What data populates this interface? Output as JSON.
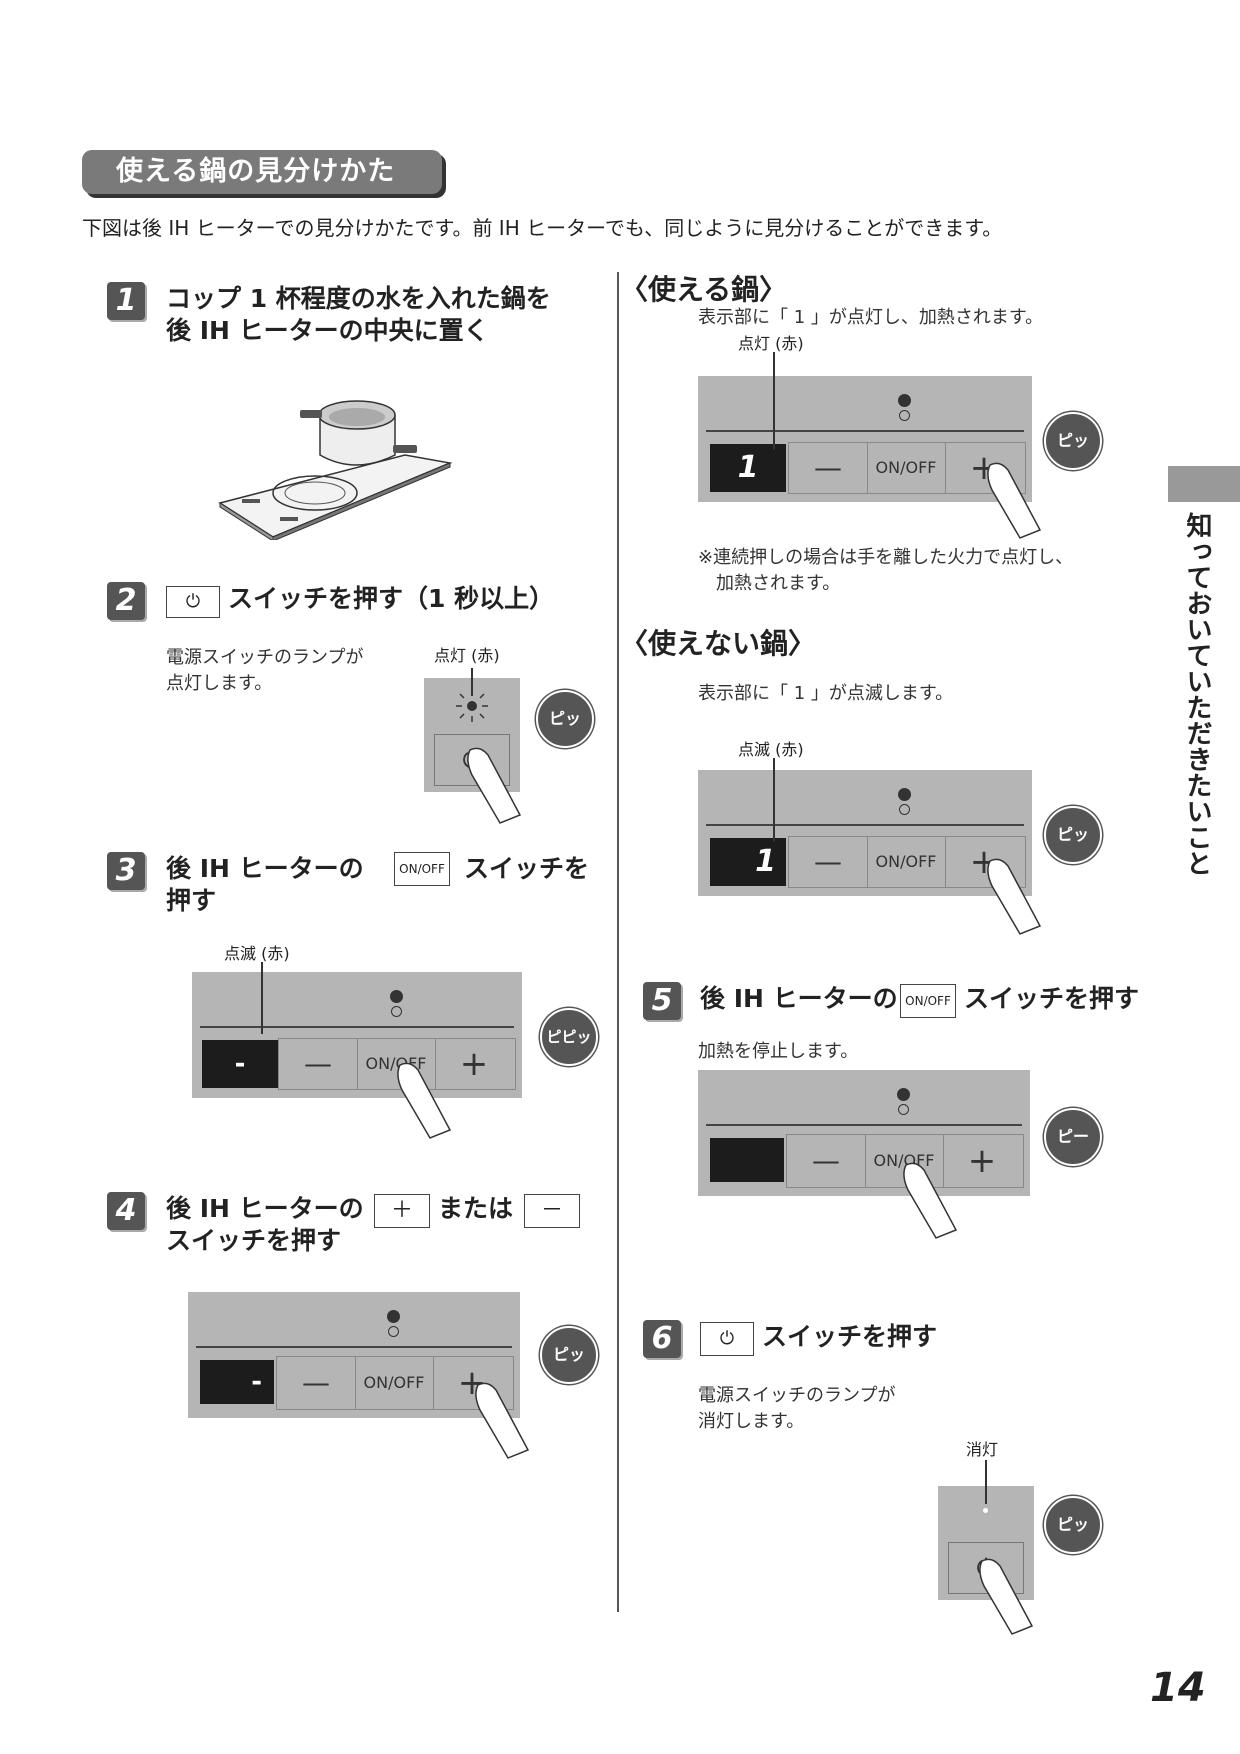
{
  "section_title": "使える鍋の見分けかた",
  "intro": "下図は後 IH ヒーターでの見分けかたです。前 IH ヒーターでも、同じように見分けることができます。",
  "steps": [
    {
      "num": "1",
      "line1": "コップ 1 杯程度の水を入れた鍋を",
      "line2": "後 IH ヒーターの中央に置く"
    },
    {
      "num": "2",
      "text": "スイッチを押す（1 秒以上）",
      "desc1": "電源スイッチのランプが",
      "desc2": "点灯します。",
      "label": "点灯 (赤)",
      "sound": "ピッ"
    },
    {
      "num": "3",
      "pre": "後 IH ヒーターの",
      "button": "ON/OFF",
      "post": "スイッチを",
      "line2": "押す",
      "label": "点滅 (赤)",
      "display": "-",
      "sound": "ピピッ"
    },
    {
      "num": "4",
      "pre": "後 IH ヒーターの",
      "plus": "＋",
      "mid": "または",
      "minus": "－",
      "line2": "スイッチを押す",
      "display": "-",
      "sound": "ピッ"
    },
    {
      "num": "5",
      "pre": "後 IH ヒーターの",
      "button": "ON/OFF",
      "post": "スイッチを押す",
      "desc": "加熱を停止します。",
      "sound": "ピー"
    },
    {
      "num": "6",
      "text": "スイッチを押す",
      "desc1": "電源スイッチのランプが",
      "desc2": "消灯します。",
      "label": "消灯",
      "sound": "ピッ"
    }
  ],
  "usable": {
    "heading": "〈使える鍋〉",
    "desc": "表示部に「 1 」が点灯し、加熱されます。",
    "label": "点灯 (赤)",
    "display": "1",
    "sound": "ピッ",
    "note1": "※連続押しの場合は手を離した火力で点灯し、",
    "note2": "加熱されます。"
  },
  "unusable": {
    "heading": "〈使えない鍋〉",
    "desc": "表示部に「 1 」が点滅します。",
    "label": "点滅 (赤)",
    "display": "1",
    "sound": "ピッ"
  },
  "panel_keys": {
    "minus": "—",
    "onoff": "ON/OFF",
    "plus": "+"
  },
  "power_symbol": "⏻",
  "side_tab": "知っておいていただきたいこと",
  "page_number": "14"
}
